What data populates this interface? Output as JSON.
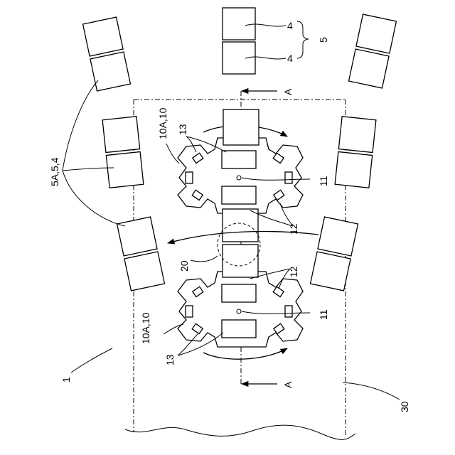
{
  "labels": {
    "ref_4a": "4",
    "ref_4b": "4",
    "ref_5": "5",
    "ref_5a": "5A,5,4",
    "ref_10a_top": "10A,10",
    "ref_10a_bot": "10A,10",
    "ref_13_top": "13",
    "ref_13_bot": "13",
    "ref_11_top": "11",
    "ref_11_bot": "11",
    "ref_12_top": "12",
    "ref_12_bot": "12",
    "ref_20": "20",
    "ref_1": "1",
    "ref_30": "30",
    "section_top": "A",
    "section_bot": "A"
  }
}
